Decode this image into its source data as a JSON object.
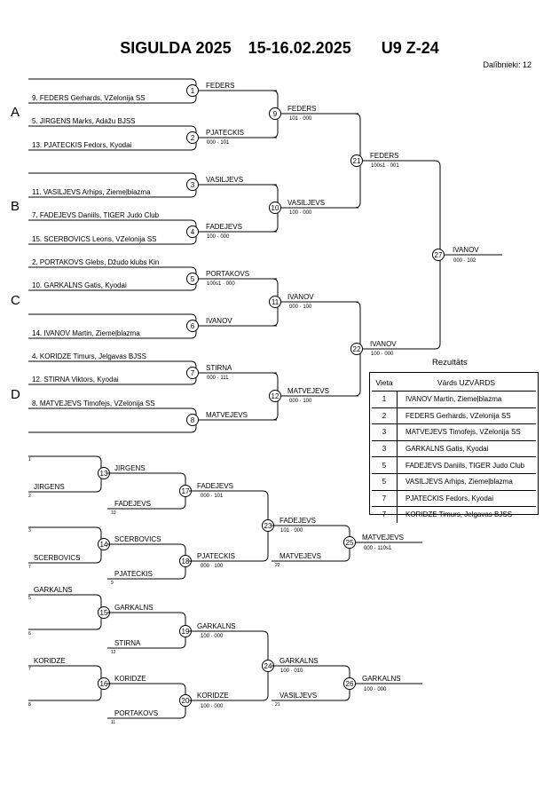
{
  "header": {
    "event": "SIGULDA 2025",
    "dates": "15-16.02.2025",
    "category": "U9 Z-24",
    "participants": "Dalībnieki: 12"
  },
  "pools": [
    "A",
    "B",
    "C",
    "D"
  ],
  "entrants": [
    "9. FEDERS Gerhards, VZelonija SS",
    "5. JIRGENS Marks, Adažu BJSS",
    "13. PJATECKIS Fedors, Kyodai",
    "11. VASILJEVS Arhips, Ziemeļblazma",
    "7. FADEJEVS Daniils, TIGER Judo Club",
    "15. SCERBOVICS Leons, VZelonija SS",
    "2. PORTAKOVS Glebs, Džudo klubs Kin",
    "10. GARKALNS Gatis, Kyodai",
    "14. IVANOV Martin, Ziemeļblazma",
    "4. KORIDZE Timurs, Jelgavas BJSS",
    "12. STIRNA Viktors, Kyodai",
    "8. MATVEJEVS Timofejs, VZelonija SS"
  ],
  "main_bracket": {
    "matches": [
      {
        "num": "1",
        "winner": "FEDERS",
        "score": ""
      },
      {
        "num": "2",
        "winner": "PJATECKIS",
        "score": "000 · 101"
      },
      {
        "num": "3",
        "winner": "VASILJEVS",
        "score": ""
      },
      {
        "num": "4",
        "winner": "FADEJEVS",
        "score": "100 · 000"
      },
      {
        "num": "5",
        "winner": "PORTAKOVS",
        "score": "100s1 · 000"
      },
      {
        "num": "6",
        "winner": "IVANOV",
        "score": ""
      },
      {
        "num": "7",
        "winner": "STIRNA",
        "score": "000 · 111"
      },
      {
        "num": "8",
        "winner": "MATVEJEVS",
        "score": ""
      },
      {
        "num": "9",
        "winner": "FEDERS",
        "score": "101 · 000"
      },
      {
        "num": "10",
        "winner": "VASILJEVS",
        "score": "100 · 000"
      },
      {
        "num": "11",
        "winner": "IVANOV",
        "score": "000 · 100"
      },
      {
        "num": "12",
        "winner": "MATVEJEVS",
        "score": "000 · 100"
      },
      {
        "num": "21",
        "winner": "FEDERS",
        "score": "100s1 · 001"
      },
      {
        "num": "22",
        "winner": "IVANOV",
        "score": "100 · 000"
      },
      {
        "num": "27",
        "winner": "IVANOV",
        "score": "000 · 102"
      }
    ]
  },
  "repechage": {
    "slots": {
      "s1": "1",
      "s2": "2",
      "s3": "3",
      "s4": "4",
      "s5": "5",
      "s6": "6",
      "s7": "7",
      "s8": "8",
      "s10": "10",
      "s9": "9",
      "s12": "12",
      "s11": "11",
      "s22": "22",
      "s21": "21"
    },
    "entries": {
      "JIRGENS_a": "JIRGENS",
      "SCERBOVICS_a": "SCERBOVICS",
      "GARKALNS_a": "GARKALNS",
      "KORIDZE_a": "KORIDZE",
      "FADEJEVS_a": "FADEJEVS",
      "PJATECKIS_a": "PJATECKIS",
      "STIRNA_a": "STIRNA",
      "PORTAKOVS_a": "PORTAKOVS",
      "MATVEJEVS_a": "MATVEJEVS",
      "VASILJEVS_a": "VASILJEVS"
    },
    "matches": [
      {
        "num": "13",
        "winner": "JIRGENS",
        "score": ""
      },
      {
        "num": "14",
        "winner": "SCERBOVICS",
        "score": ""
      },
      {
        "num": "15",
        "winner": "GARKALNS",
        "score": ""
      },
      {
        "num": "16",
        "winner": "KORIDZE",
        "score": ""
      },
      {
        "num": "17",
        "winner": "FADEJEVS",
        "score": "000 · 101"
      },
      {
        "num": "18",
        "winner": "PJATECKIS",
        "score": "000 · 100"
      },
      {
        "num": "19",
        "winner": "GARKALNS",
        "score": "100 · 000"
      },
      {
        "num": "20",
        "winner": "KORIDZE",
        "score": "100 · 000"
      },
      {
        "num": "23",
        "winner": "FADEJEVS",
        "score": "101 · 000"
      },
      {
        "num": "24",
        "winner": "GARKALNS",
        "score": "100 · 010"
      },
      {
        "num": "25",
        "winner": "MATVEJEVS",
        "score": "000 · 110s1"
      },
      {
        "num": "26",
        "winner": "GARKALNS",
        "score": "100 · 000"
      }
    ]
  },
  "results": {
    "title": "Rezultāts",
    "col_place": "Vieta",
    "col_name": "Vārds UZVĀRDS",
    "rows": [
      {
        "place": "1",
        "name": "IVANOV Martin, Ziemeļblazma"
      },
      {
        "place": "2",
        "name": "FEDERS Gerhards, VZelonija SS"
      },
      {
        "place": "3",
        "name": "MATVEJEVS Timofejs, VZelonija SS"
      },
      {
        "place": "3",
        "name": "GARKALNS Gatis, Kyodai"
      },
      {
        "place": "5",
        "name": "FADEJEVS Daniils, TIGER Judo Club"
      },
      {
        "place": "5",
        "name": "VASILJEVS Arhips, Ziemeļblazma"
      },
      {
        "place": "7",
        "name": "PJATECKIS Fedors, Kyodai"
      },
      {
        "place": "7",
        "name": "KORIDZE Timurs, Jelgavas BJSS"
      }
    ]
  }
}
